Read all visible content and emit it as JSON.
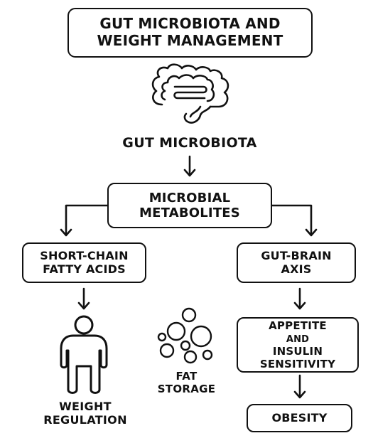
{
  "title": {
    "line1": "GUT MICROBIOTA AND",
    "line2": "WEIGHT MANAGEMENT"
  },
  "nodes": {
    "gut_microbiota": "GUT MICROBIOTA",
    "microbial_metabolites": {
      "line1": "MICROBIAL",
      "line2": "METABOLITES"
    },
    "short_chain_fatty_acids": {
      "line1": "SHORT-CHAIN",
      "line2": "FATTY ACIDS"
    },
    "gut_brain_axis": {
      "line1": "GUT-BRAIN",
      "line2": "AXIS"
    },
    "appetite_insulin": {
      "line1_part1": "APPETITE",
      "line1_part2": "AND",
      "line2": "INSULIN",
      "line3": "SENSITIVITY"
    },
    "obesity": "OBESITY",
    "weight_regulation": {
      "line1": "WEIGHT",
      "line2": "REGULATION"
    },
    "fat_storage": {
      "line1": "FAT",
      "line2": "STORAGE"
    }
  },
  "icons": {
    "intestine": "intestine-icon",
    "person": "person-icon",
    "fat_cells": "fat-cells-icon"
  },
  "colors": {
    "ink": "#111111",
    "background": "#ffffff"
  }
}
